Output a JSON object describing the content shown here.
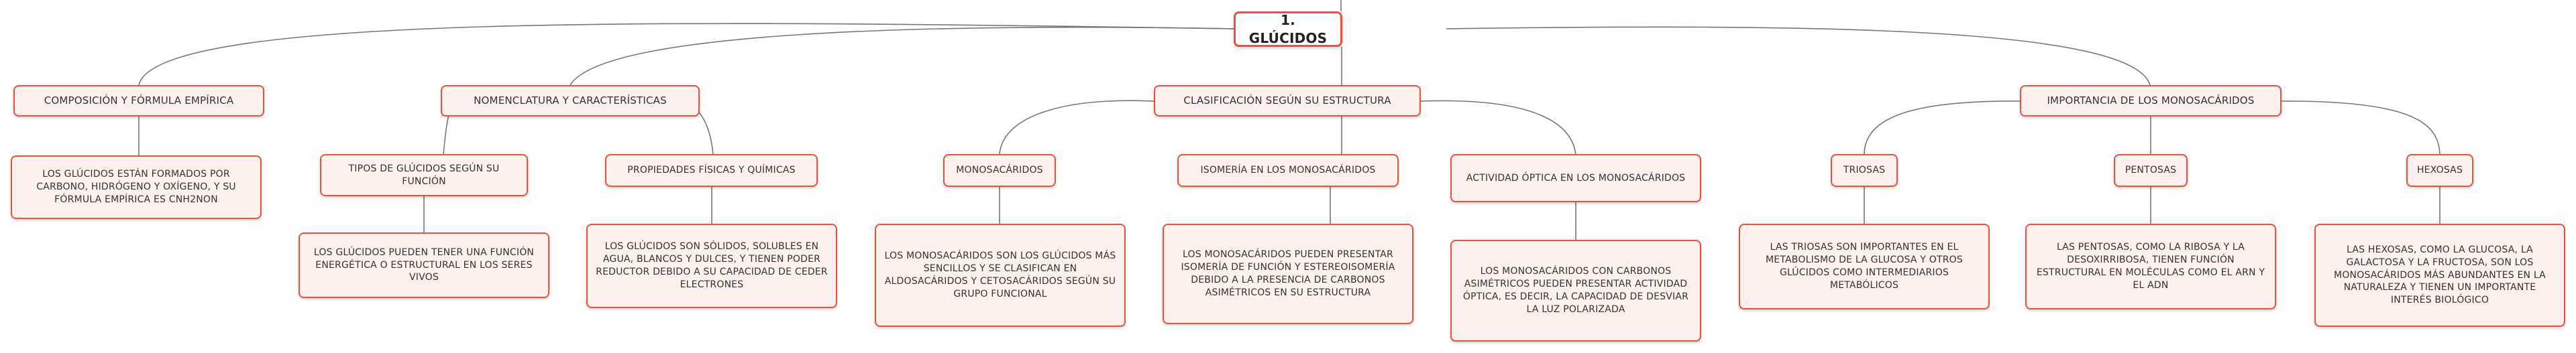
{
  "colors": {
    "accent": "#e8533f",
    "node_fill": "#fdf0ed",
    "edge": "#777777"
  },
  "root": "1. GLÚCIDOS",
  "branches": {
    "composicion": {
      "title": "COMPOSICIÓN Y FÓRMULA EMPÍRICA",
      "desc": "LOS GLÚCIDOS ESTÁN FORMADOS POR CARBONO, HIDRÓGENO Y OXÍGENO, Y SU FÓRMULA EMPÍRICA ES CNH2NON"
    },
    "nomenclatura": {
      "title": "NOMENCLATURA Y CARACTERÍSTICAS",
      "tipos": {
        "title": "TIPOS DE GLÚCIDOS SEGÚN SU FUNCIÓN",
        "desc": "LOS GLÚCIDOS PUEDEN TENER UNA FUNCIÓN ENERGÉTICA O ESTRUCTURAL EN LOS SERES VIVOS"
      },
      "propiedades": {
        "title": "PROPIEDADES FÍSICAS Y QUÍMICAS",
        "desc": "LOS GLÚCIDOS SON SÓLIDOS, SOLUBLES EN AGUA, BLANCOS Y DULCES, Y TIENEN PODER REDUCTOR DEBIDO A SU CAPACIDAD DE CEDER ELECTRONES"
      }
    },
    "clasificacion": {
      "title": "CLASIFICACIÓN SEGÚN SU ESTRUCTURA",
      "mono": {
        "title": "MONOSACÁRIDOS",
        "desc": "LOS MONOSACÁRIDOS SON LOS GLÚCIDOS MÁS SENCILLOS Y SE CLASIFICAN EN ALDOSACÁRIDOS Y CETOSACÁRIDOS SEGÚN SU GRUPO FUNCIONAL"
      },
      "isomeria": {
        "title": "ISOMERÍA EN LOS MONOSACÁRIDOS",
        "desc": "LOS MONOSACÁRIDOS PUEDEN PRESENTAR ISOMERÍA DE FUNCIÓN Y ESTEREOISOMERÍA DEBIDO A LA PRESENCIA DE CARBONOS ASIMÉTRICOS EN SU ESTRUCTURA"
      },
      "actividad": {
        "title": "ACTIVIDAD ÓPTICA EN LOS MONOSACÁRIDOS",
        "desc": "LOS MONOSACÁRIDOS CON CARBONOS ASIMÉTRICOS PUEDEN PRESENTAR ACTIVIDAD ÓPTICA, ES DECIR, LA CAPACIDAD DE DESVIAR LA LUZ POLARIZADA"
      }
    },
    "importancia": {
      "title": "IMPORTANCIA DE LOS MONOSACÁRIDOS",
      "triosas": {
        "title": "TRIOSAS",
        "desc": "LAS TRIOSAS SON IMPORTANTES EN EL METABOLISMO DE LA GLUCOSA Y OTROS GLÚCIDOS COMO INTERMEDIARIOS METABÓLICOS"
      },
      "pentosas": {
        "title": "PENTOSAS",
        "desc": "LAS PENTOSAS, COMO LA RIBOSA Y LA DESOXIRRIBOSA, TIENEN FUNCIÓN ESTRUCTURAL EN MOLÉCULAS COMO EL ARN Y EL ADN"
      },
      "hexosas": {
        "title": "HEXOSAS",
        "desc": "LAS HEXOSAS, COMO LA GLUCOSA, LA GALACTOSA Y LA FRUCTOSA, SON LOS MONOSACÁRIDOS MÁS ABUNDANTES EN LA NATURALEZA Y TIENEN UN IMPORTANTE INTERÉS BIOLÓGICO"
      }
    }
  }
}
